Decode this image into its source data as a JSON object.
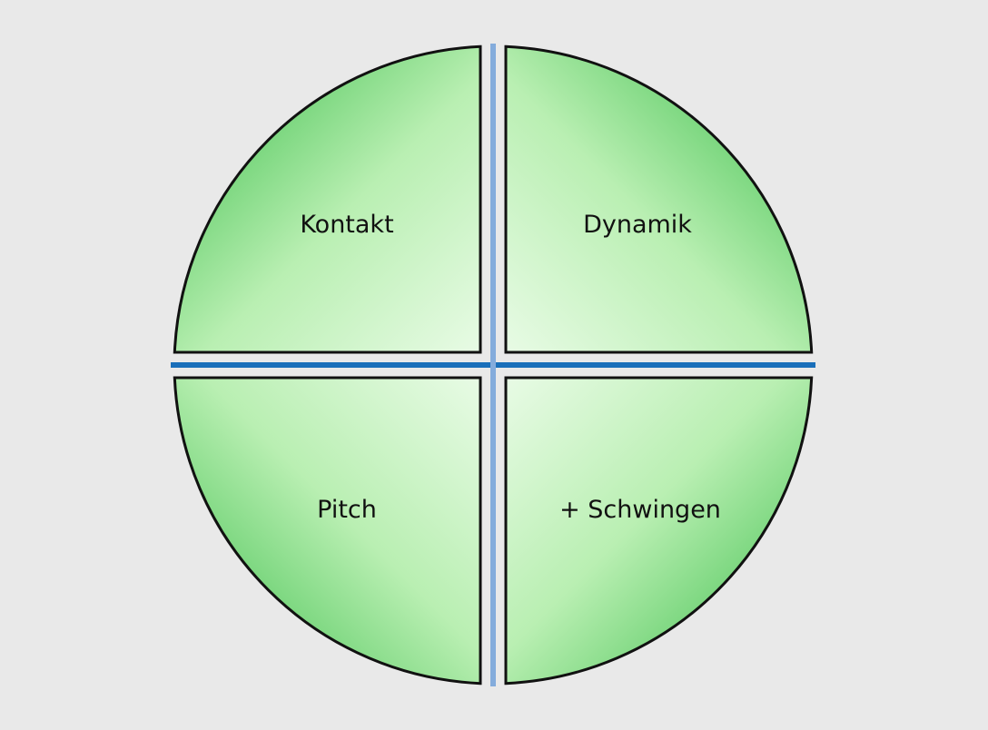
{
  "diagram": {
    "type": "quadrant-circle",
    "background_color": "#e9e9e9",
    "quadrants": [
      {
        "position": "top-left",
        "label": "Kontakt"
      },
      {
        "position": "top-right",
        "label": "Dynamik"
      },
      {
        "position": "bottom-left",
        "label": "Pitch"
      },
      {
        "position": "bottom-right",
        "label": "+ Schwingen"
      }
    ],
    "colors": {
      "fill_light": "#e6fbe3",
      "fill_mid": "#9ee596",
      "fill_dark": "#1db14b",
      "outline": "#111111",
      "horizontal_divider": "#1a6fba",
      "vertical_divider": "#84acdc"
    }
  }
}
